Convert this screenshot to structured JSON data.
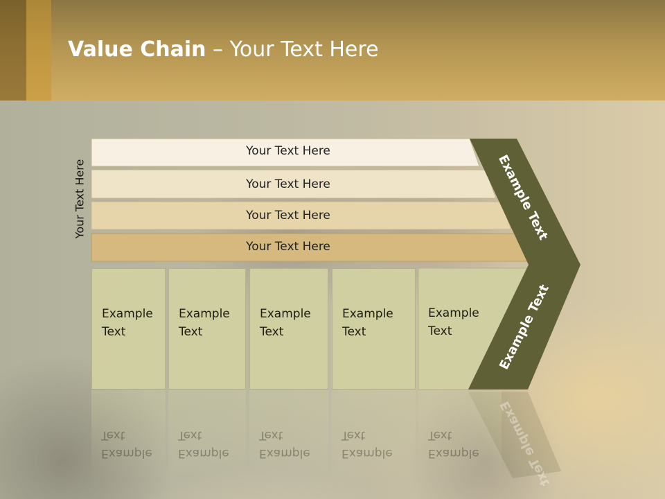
{
  "slide": {
    "title_bold": "Value Chain",
    "title_rest": " – Your Text Here",
    "side_label": "Your Text Here"
  },
  "bars": [
    {
      "label": "Your Text Here",
      "fill": "#f7f0e3"
    },
    {
      "label": "Your Text Here",
      "fill": "#efe3c8"
    },
    {
      "label": "Your Text Here",
      "fill": "#e6d5ab"
    },
    {
      "label": "Your Text Here",
      "fill": "#d6b97e"
    }
  ],
  "boxes": [
    {
      "line1": "Example",
      "line2": "Text"
    },
    {
      "line1": "Example",
      "line2": "Text"
    },
    {
      "line1": "Example",
      "line2": "Text"
    },
    {
      "line1": "Example",
      "line2": "Text"
    },
    {
      "line1": "Example",
      "line2": "Text"
    }
  ],
  "chevron": {
    "top_label": "Example Text",
    "bottom_label": "Example Text",
    "fill": "#5f6035"
  },
  "colors": {
    "box_fill": "#cfcfa2",
    "header_accent": "#c6a45d"
  }
}
